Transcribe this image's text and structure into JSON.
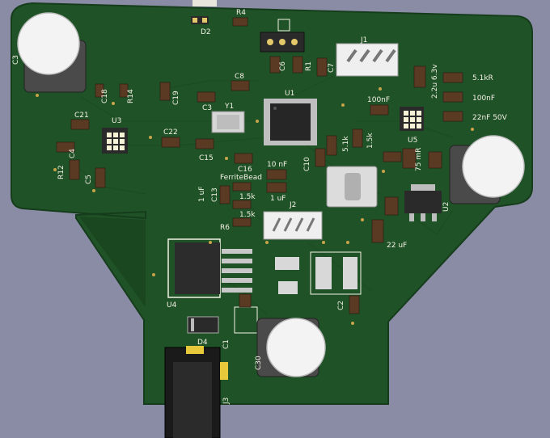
{
  "labels": {
    "c3_top": "C3",
    "r4": "R4",
    "d2": "D2",
    "c6": "C6",
    "r1": "R1",
    "c7": "C7",
    "j1": "J1",
    "c8": "C8",
    "c18": "C18",
    "r14": "R14",
    "c19": "C19",
    "c3": "C3",
    "y1": "Y1",
    "u1": "U1",
    "c21": "C21",
    "u3": "U3",
    "c22": "C22",
    "c15": "C15",
    "r12": "R12",
    "c5": "C5",
    "c16": "C16",
    "ferrite": "FerriteBead",
    "v10nf": "10 nF",
    "v1uf_a": "1 uF",
    "c13": "C13",
    "v1_5k_a": "1.5k",
    "v1uf_b": "1 uF",
    "r6": "R6",
    "v1_5k_b": "1.5k",
    "j2": "J2",
    "c10": "C10",
    "v5_1k": "5.1k",
    "v1_5k_c": "1.5k",
    "v100nf_a": "100nF",
    "u5": "U5",
    "v75mr": "75 mR",
    "u2": "U2",
    "v22uf": "22 uF",
    "u4": "U4",
    "c2": "C2",
    "d4": "D4",
    "c1": "C1",
    "c30": "C30",
    "j3": "J3",
    "v2_2u": "2.2u 6.3v",
    "legend_1": "5.1kR",
    "legend_2": "100nF",
    "legend_3": "22nF 50V",
    "c4": "C4"
  },
  "colors": {
    "board": "#1f5226",
    "board_edge": "#163d1b",
    "silk": "#f4f1e6",
    "pad": "#e3c96a",
    "background": "#8a8ca6"
  }
}
